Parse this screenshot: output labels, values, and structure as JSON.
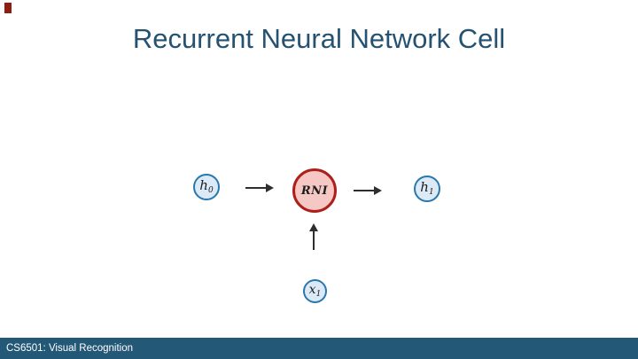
{
  "slide": {
    "title": "Recurrent Neural Network Cell",
    "footer": "CS6501: Visual Recognition"
  },
  "colors": {
    "title_text": "#255271",
    "footer_bg": "#235877",
    "footer_text": "#FFFFFF",
    "node_blue_border": "#2878AE",
    "node_blue_fill": "#DCEAF8",
    "node_red_border": "#AE1F1A",
    "node_red_fill": "#F5C8C5",
    "arrow": "#2E2E2E",
    "corner_mark": "#8F1D12"
  },
  "diagram": {
    "nodes": [
      {
        "id": "h0",
        "base": "h",
        "sub": "0"
      },
      {
        "id": "rnn",
        "base": "RNI",
        "sub": ""
      },
      {
        "id": "h1",
        "base": "h",
        "sub": "1"
      },
      {
        "id": "x1",
        "base": "x",
        "sub": "1"
      }
    ]
  }
}
